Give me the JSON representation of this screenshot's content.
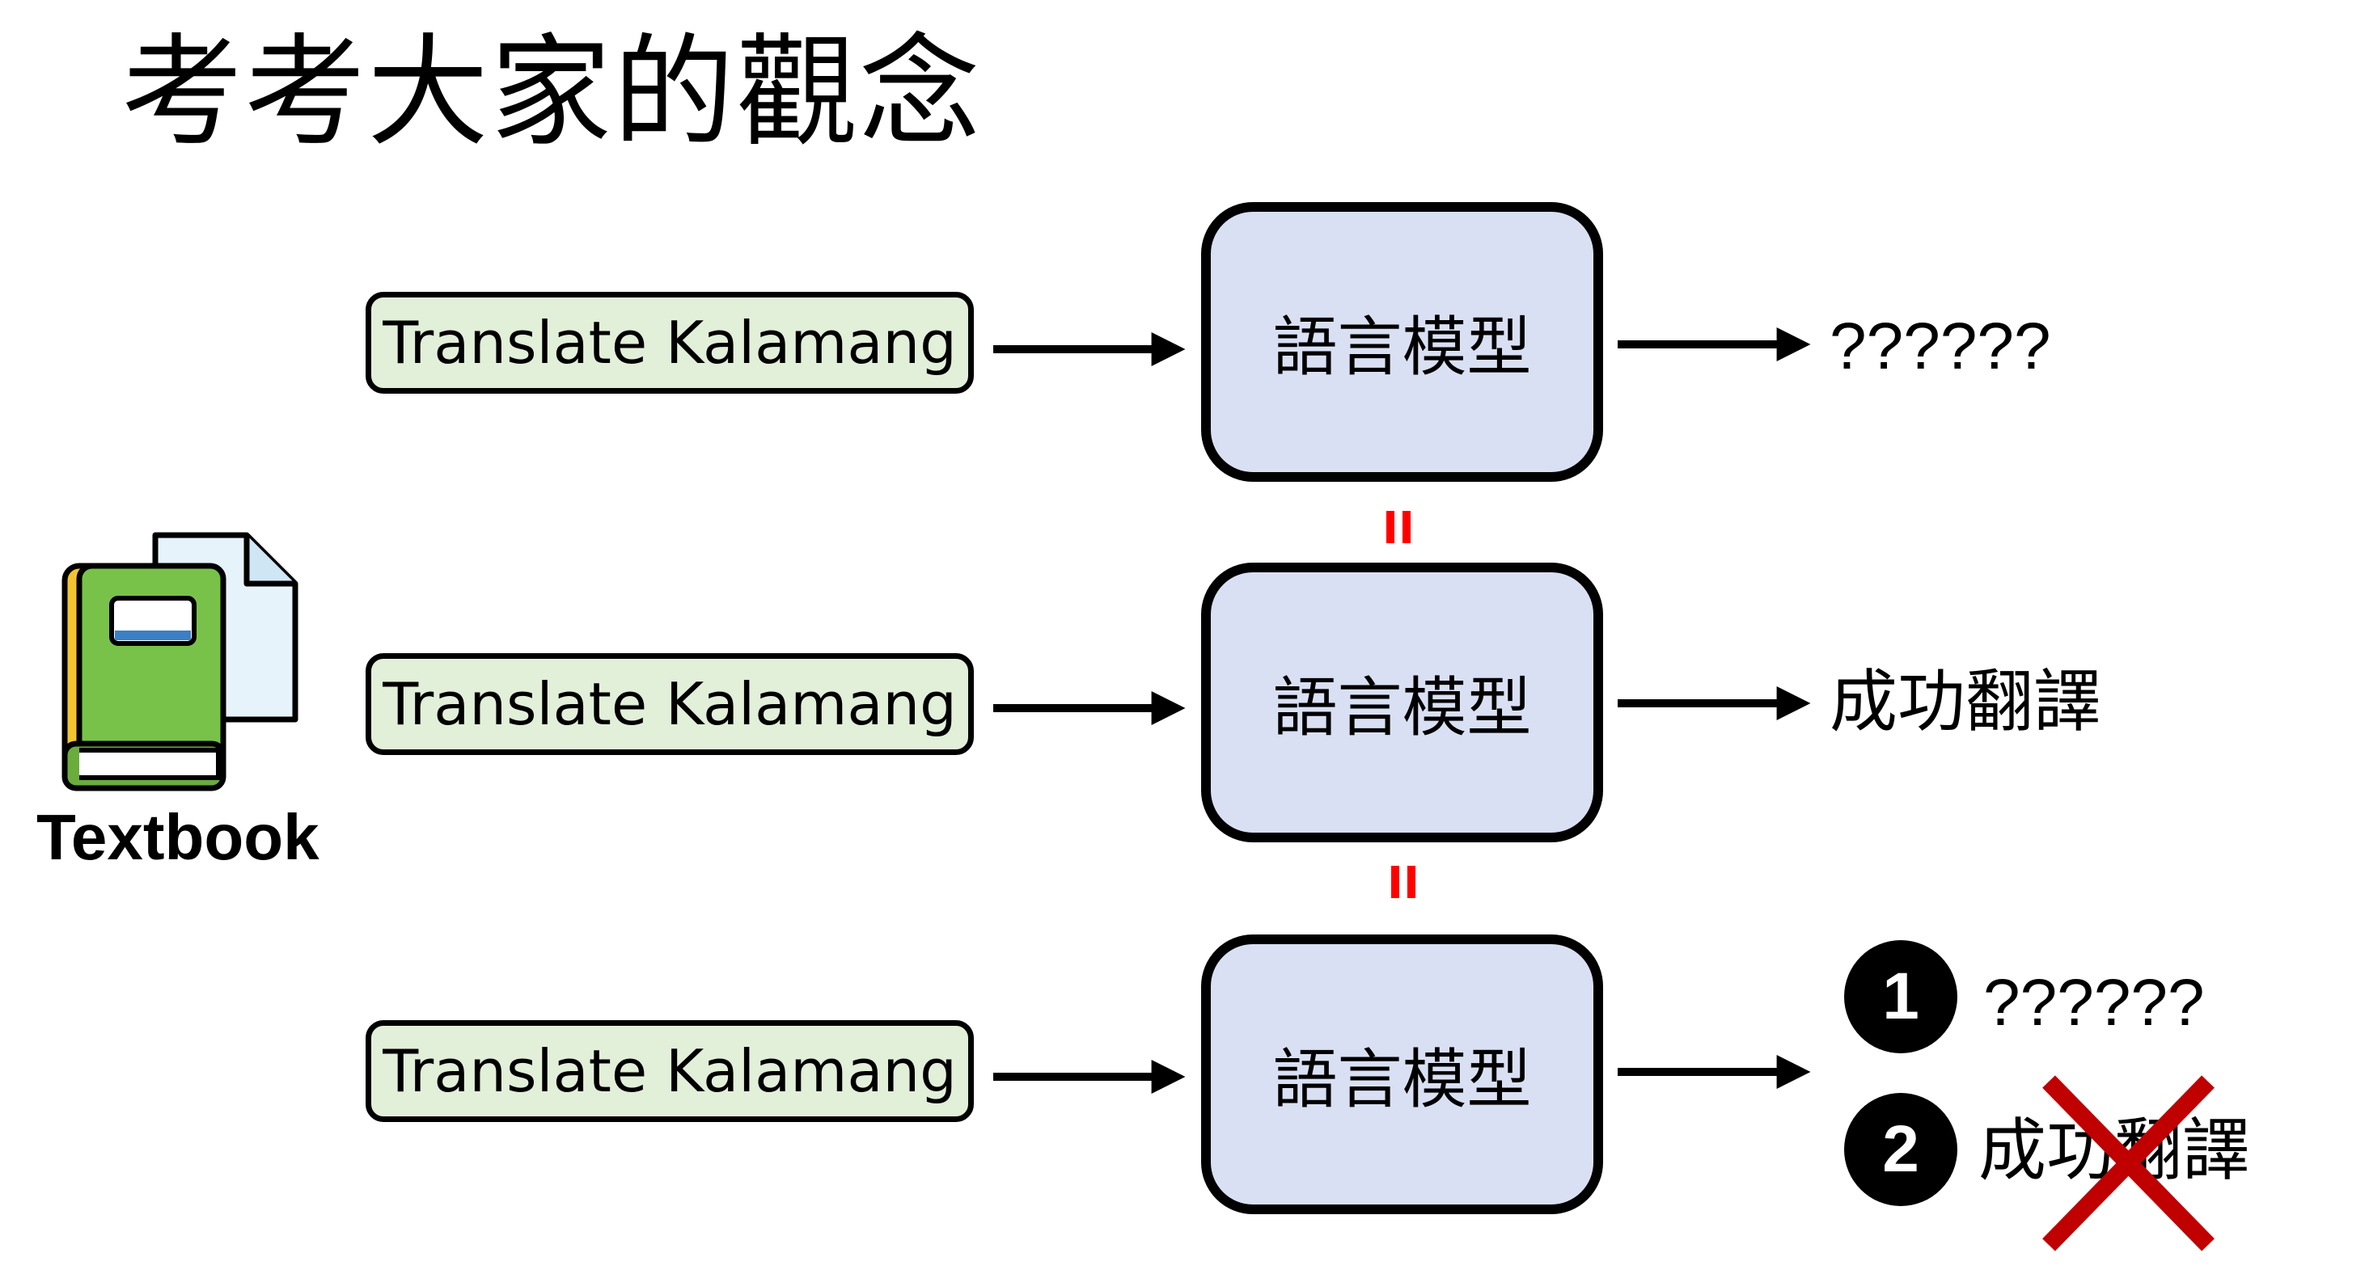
{
  "title": "考考大家的觀念",
  "textbook": {
    "label": "Textbook",
    "icon": "book-with-document-icon"
  },
  "rows": [
    {
      "prompt": "Translate Kalamang",
      "model": "語言模型",
      "output": "??????"
    },
    {
      "prompt": "Translate Kalamang",
      "model": "語言模型",
      "output": "成功翻譯"
    },
    {
      "prompt": "Translate Kalamang",
      "model": "語言模型",
      "options": [
        {
          "number": "1",
          "text": "??????"
        },
        {
          "number": "2",
          "text": "成功翻譯"
        }
      ]
    }
  ],
  "colors": {
    "prompt_fill": "#e2efd9",
    "model_fill": "#dae0f3",
    "equals_mark": "#ff0000",
    "cross_mark": "#c00000"
  }
}
